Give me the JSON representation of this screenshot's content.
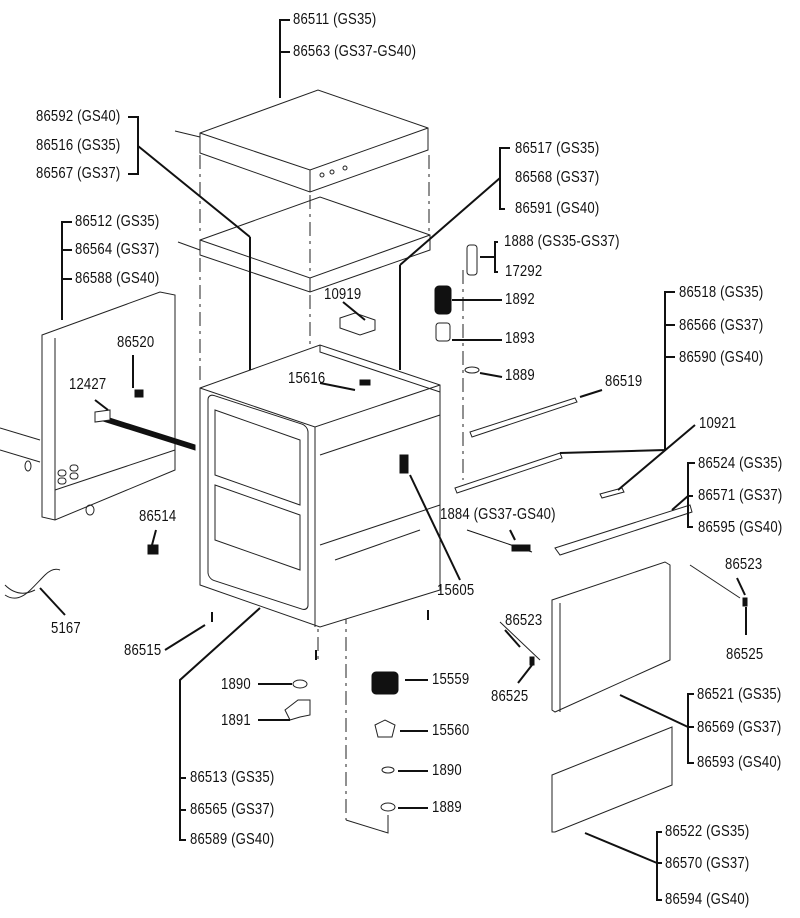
{
  "diagram": {
    "kind": "exploded parts diagram",
    "labels": {
      "top_cover": [
        "86511 (GS35)",
        "86563 (GS37-GS40)"
      ],
      "top_panel": [
        "86592 (GS40)",
        "86516 (GS35)",
        "86567 (GS37)"
      ],
      "left_side": [
        "86512 (GS35)",
        "86564 (GS37)",
        "86588 (GS40)"
      ],
      "right_side": [
        "86517 (GS35)",
        "86568 (GS37)",
        "86591 (GS40)"
      ],
      "air_gap": [
        "1888 (GS35-GS37)",
        "17292"
      ],
      "p1892": "1892",
      "p1893": "1893",
      "p1889_top": "1889",
      "p10919": "10919",
      "p86520": "86520",
      "p12427": "12427",
      "p15616": "15616",
      "p86519": "86519",
      "rail": [
        "86518 (GS35)",
        "86566 (GS37)",
        "86590 (GS40)"
      ],
      "p10921": "10921",
      "hinge_bar": [
        "86524 (GS35)",
        "86571 (GS37)",
        "86595 (GS40)"
      ],
      "p1884": "1884 (GS37-GS40)",
      "p15605": "15605",
      "p86514": "86514",
      "p5167": "5167",
      "p86515": "86515",
      "p86523_right": "86523",
      "p86525_right": "86525",
      "p86523_left": "86523",
      "p86525_left": "86525",
      "p1890_left": "1890",
      "p1891": "1891",
      "p15559": "15559",
      "p15560": "15560",
      "p1890_center": "1890",
      "p1889_bottom": "1889",
      "base": [
        "86513 (GS35)",
        "86565 (GS37)",
        "86589 (GS40)"
      ],
      "door": [
        "86521 (GS35)",
        "86569 (GS37)",
        "86593 (GS40)"
      ],
      "kick_panel": [
        "86522 (GS35)",
        "86570 (GS37)",
        "86594 (GS40)"
      ]
    }
  }
}
